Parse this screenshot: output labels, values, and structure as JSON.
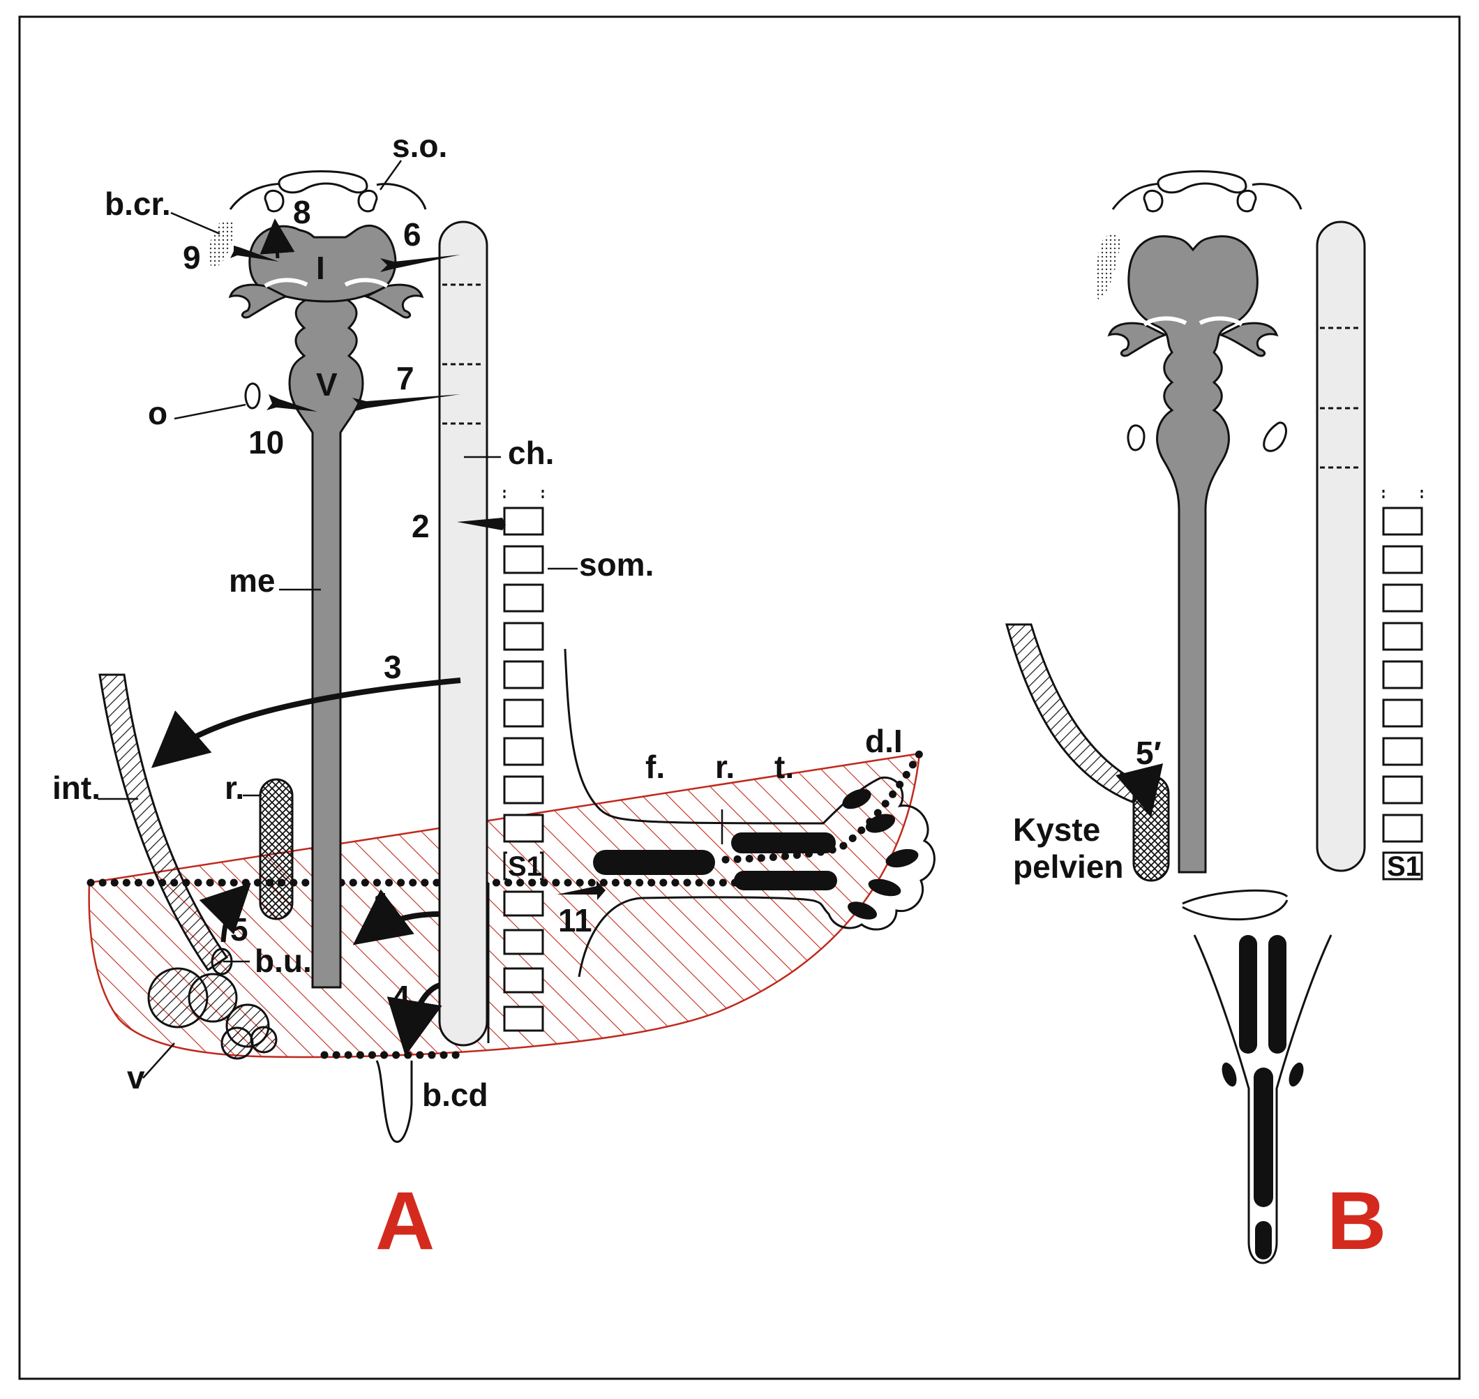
{
  "panels": {
    "a": "A",
    "b": "B"
  },
  "labels": {
    "so": "s.o.",
    "bcr": "b.cr.",
    "n8": "8",
    "n6": "6",
    "n9": "9",
    "roman1": "I",
    "roman5": "V",
    "n7": "7",
    "o": "o",
    "n10": "10",
    "ch": "ch.",
    "n2": "2",
    "som": "som.",
    "me": "me",
    "n3": "3",
    "dI": "d.I",
    "f": "f.",
    "r_limb": "r.",
    "t": "t.",
    "int": "int.",
    "r_cyl": "r.",
    "s1": "S1",
    "n1": "1",
    "n11": "11",
    "n5": "5",
    "bu": "b.u.",
    "n4": "4",
    "v": "v",
    "bcd": "b.cd",
    "n5p": "5′",
    "kyste1": "Kyste",
    "kyste2": "pelvien",
    "s1b": "S1"
  },
  "colors": {
    "neural": "#8f8f8f",
    "notochord": "#ececec",
    "hatch_red": "#c0281c",
    "ink": "#111111",
    "panel_label": "#d42a1e"
  }
}
